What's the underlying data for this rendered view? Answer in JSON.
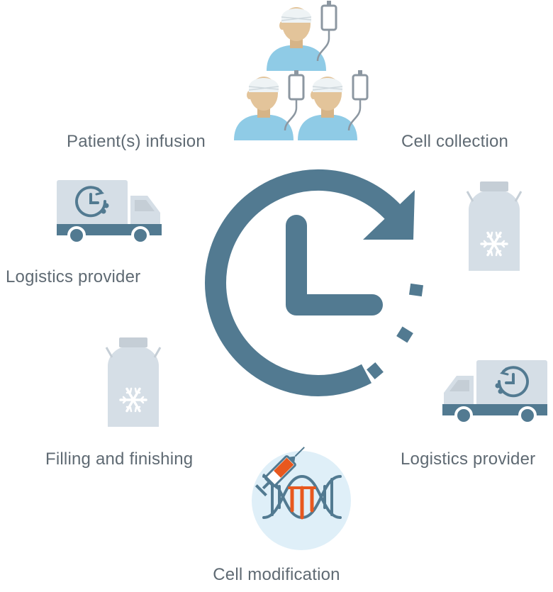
{
  "diagram": {
    "type": "cycle",
    "title": "",
    "center_icon": "clock-cycle-icon",
    "steps": [
      {
        "label": "Cell collection",
        "icon": "cryo-container-icon"
      },
      {
        "label": "Logistics provider",
        "icon": "delivery-truck-icon"
      },
      {
        "label": "Cell modification",
        "icon": "dna-syringe-icon"
      },
      {
        "label": "Filling and finishing",
        "icon": "cryo-container-icon"
      },
      {
        "label": "Logistics provider",
        "icon": "delivery-truck-icon"
      },
      {
        "label": "Patient(s) infusion",
        "icon": "patients-iv-icon"
      }
    ]
  },
  "colors": {
    "primary": "#527a91",
    "light": "#d5dee6",
    "skin": "#e3c49a",
    "shirt": "#8fcbe6",
    "accent": "#e8581e",
    "bag": "#8c97a1",
    "dna_bg": "#dfeff8",
    "text": "#5f6a73"
  }
}
